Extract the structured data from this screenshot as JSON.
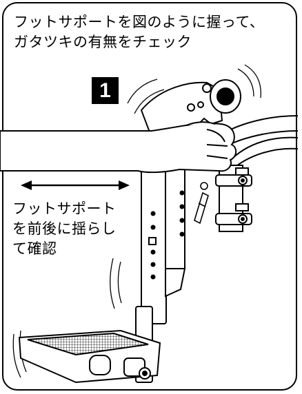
{
  "instruction": {
    "line1": "フットサポートを図のように握って、",
    "line2": "ガタツキの有無をチェック"
  },
  "step_number": "1",
  "side_note": {
    "line1": "フットサポート",
    "line2": "を前後に揺らし",
    "line3": "て確認"
  },
  "colors": {
    "ink": "#000000",
    "paper": "#ffffff",
    "badge_bg": "#000000",
    "badge_text": "#ffffff"
  },
  "icons": {
    "motion_arrow": "double-headed-arrow"
  }
}
